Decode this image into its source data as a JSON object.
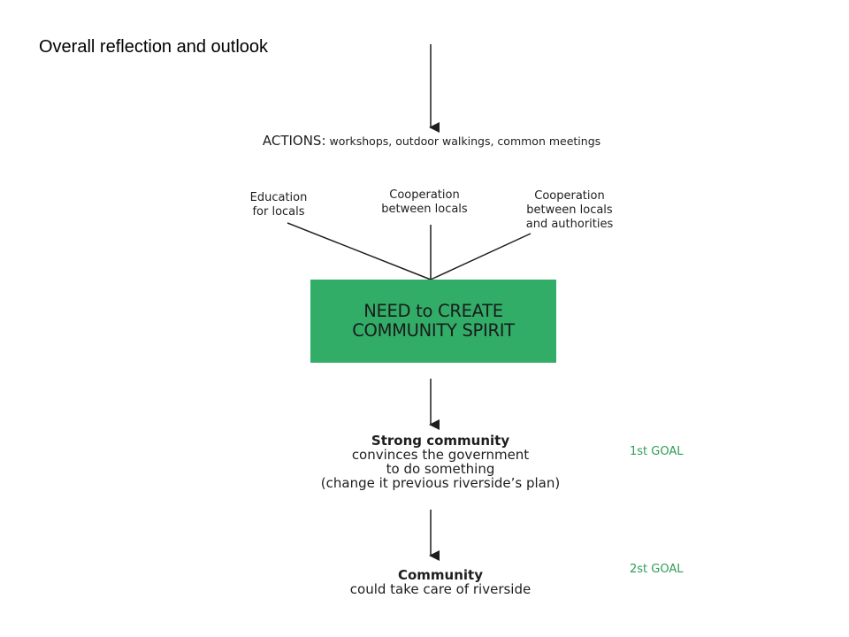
{
  "title": "Overall reflection and outlook",
  "actions": {
    "label": "ACTIONS:",
    "items": "workshops, outdoor walkings, common meetings"
  },
  "branches": [
    {
      "lines": [
        "Education",
        "for locals"
      ]
    },
    {
      "lines": [
        "Cooperation",
        "between locals"
      ]
    },
    {
      "lines": [
        "Cooperation",
        "between locals",
        "and authorities"
      ]
    }
  ],
  "center_box": {
    "lines": [
      "NEED to CREATE",
      "COMMUNITY SPIRIT"
    ],
    "color": "#31ad68"
  },
  "outcomes": [
    {
      "heading": "Strong community",
      "lines": [
        "convinces the government",
        "to do something",
        "(change it previous riverside’s plan)"
      ],
      "goal_label": "1st GOAL"
    },
    {
      "heading": "Community",
      "lines": [
        "could take care of riverside"
      ],
      "goal_label": "2st GOAL"
    }
  ],
  "colors": {
    "goal": "#2f9c55",
    "arrow": "#1e1e1e"
  }
}
